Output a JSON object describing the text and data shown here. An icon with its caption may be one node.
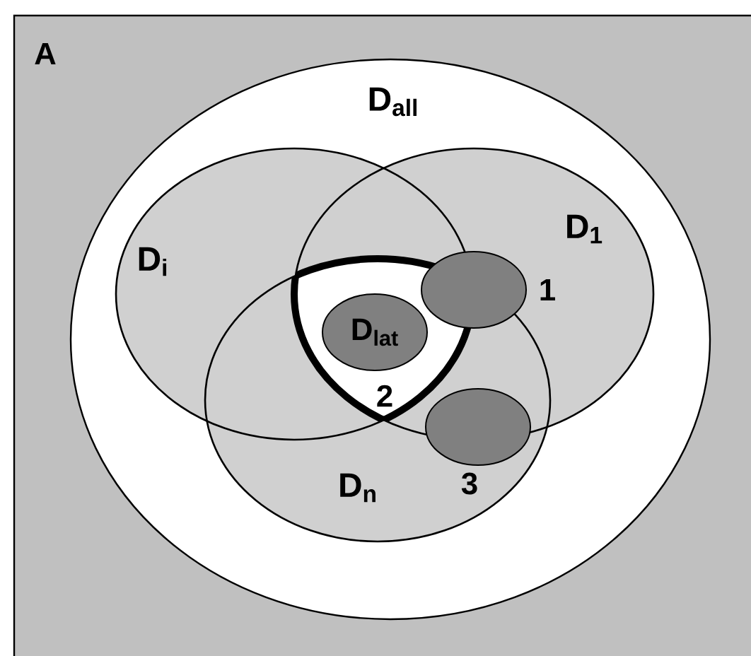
{
  "diagram": {
    "nodes": [
      {
        "text": [
          "D$_{all}$"
        ]
      },
      {
        "text": [
          "D$_{i}$"
        ],
        "in": 0
      },
      {
        "text": [
          "D$_{1}$"
        ],
        "in": 0
      },
      {
        "text": [
          "D$_{n}$"
        ],
        "in": 0
      },
      {
        "text": [
          "D$_{lat}$"
        ]
      },
      {
        "text": [],
        "shape": "circle",
        "in": 2,
        "beside": [
          "1"
        ]
      },
      {
        "text": [],
        "shape": "circle",
        "in": 3,
        "beside": [
          "3"
        ]
      }
    ],
    "labels": [
      "A",
      "2"
    ]
  }
}
